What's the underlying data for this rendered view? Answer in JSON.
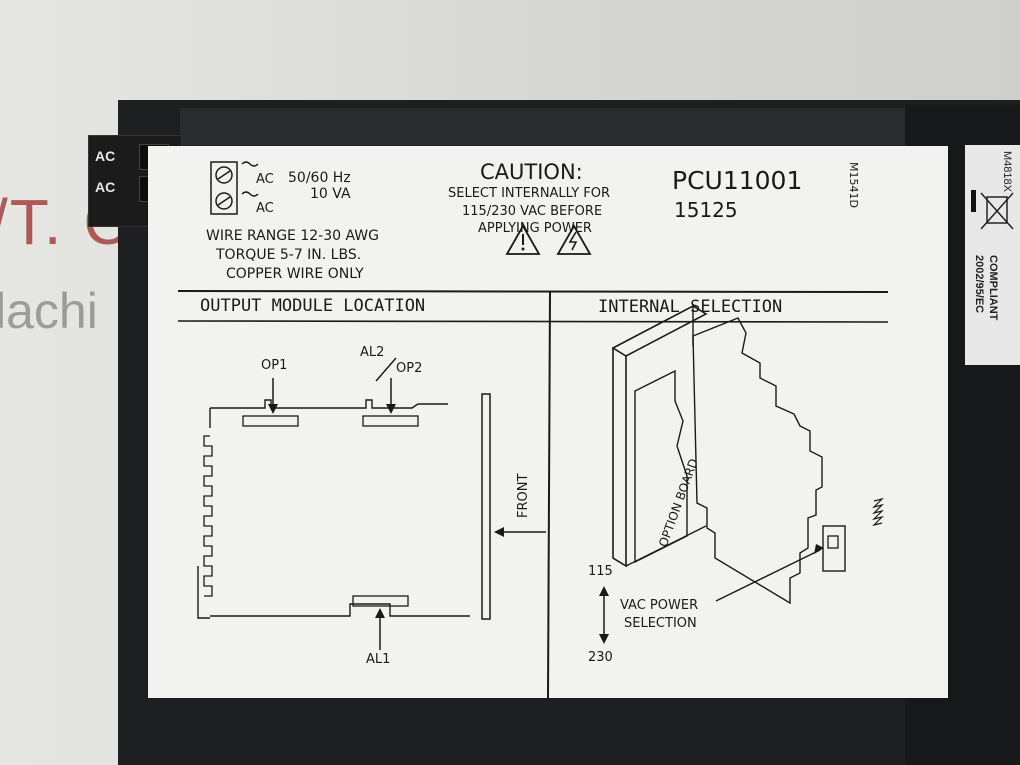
{
  "terminal": {
    "labels": [
      "AC",
      "AC"
    ]
  },
  "label": {
    "power": {
      "ac1": "AC",
      "freq": "50/60 Hz",
      "ac2": "AC",
      "va": "10 VA"
    },
    "wire": [
      "WIRE RANGE 12-30 AWG",
      "TORQUE 5-7 IN. LBS.",
      "COPPER WIRE ONLY"
    ],
    "caution": {
      "title": "CAUTION:",
      "lines": [
        "SELECT INTERNALLY FOR",
        "115/230 VAC BEFORE",
        "APPLYING POWER"
      ]
    },
    "model": "PCU11001",
    "code": "15125",
    "side_code": "M1541D",
    "output": {
      "title": "OUTPUT MODULE LOCATION",
      "op1": "OP1",
      "al2": "AL2",
      "op2": "OP2",
      "al1": "AL1",
      "front": "FRONT"
    },
    "internal": {
      "title": "INTERNAL SELECTION",
      "option_board": "OPTION BOARD",
      "v115": "115",
      "v230": "230",
      "vac_power": "VAC POWER",
      "selection": "SELECTION"
    }
  },
  "side_sticker": {
    "code": "M4818X",
    "compliant": "COMPLIANT",
    "directive": "2002/95/EC"
  }
}
